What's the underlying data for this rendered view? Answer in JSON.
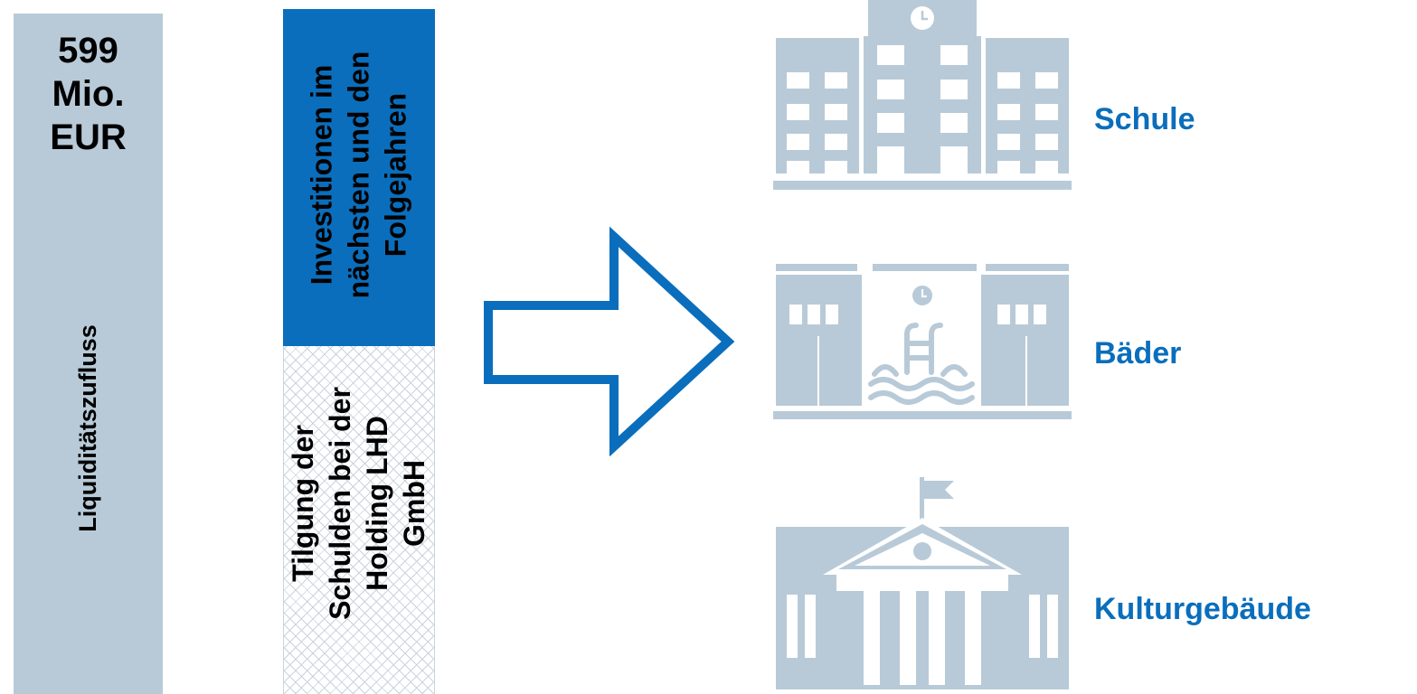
{
  "liquidity": {
    "amount_lines": [
      "599",
      "Mio.",
      "EUR"
    ],
    "label": "Liquiditätszufluss"
  },
  "investment": {
    "lines": [
      "Investitionen im",
      "nächsten und den",
      "Folgejahren"
    ]
  },
  "repayment": {
    "lines": [
      "Tilgung der",
      "Schulden bei der",
      "Holding LHD",
      "GmbH"
    ]
  },
  "targets": {
    "schule": "Schule",
    "baeder": "Bäder",
    "kultur": "Kulturgebäude"
  },
  "colors": {
    "accent_blue": "#0a6ebc",
    "icon_gray_blue": "#b8cad8"
  },
  "icons": [
    "school-building-icon",
    "swimming-bath-icon",
    "culture-building-icon",
    "right-arrow-icon"
  ]
}
